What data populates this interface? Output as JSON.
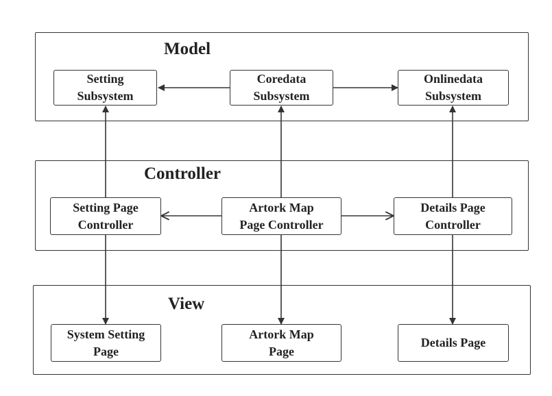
{
  "layers": {
    "model": {
      "title": "Model"
    },
    "controller": {
      "title": "Controller"
    },
    "view": {
      "title": "View"
    }
  },
  "nodes": {
    "setting_subsystem": [
      "Setting",
      "Subsystem"
    ],
    "coredata_subsystem": [
      "Coredata",
      "Subsystem"
    ],
    "onlinedata_subsystem": [
      "Onlinedata",
      "Subsystem"
    ],
    "setting_page_controller": [
      "Setting Page",
      "Controller"
    ],
    "artork_map_page_controller": [
      "Artork Map",
      "Page Controller"
    ],
    "details_page_controller": [
      "Details Page",
      "Controller"
    ],
    "system_setting_page": [
      "System Setting",
      "Page"
    ],
    "artork_map_page": [
      "Artork Map",
      "Page"
    ],
    "details_page": [
      "Details Page"
    ]
  },
  "edges": [
    {
      "from": "Coredata Subsystem",
      "to": "Setting Subsystem"
    },
    {
      "from": "Coredata Subsystem",
      "to": "Onlinedata Subsystem"
    },
    {
      "from": "Setting Page Controller",
      "to": "Setting Subsystem"
    },
    {
      "from": "Artork Map Page Controller",
      "to": "Coredata Subsystem"
    },
    {
      "from": "Details Page Controller",
      "to": "Onlinedata Subsystem"
    },
    {
      "from": "Artork Map Page Controller",
      "to": "Setting Page Controller"
    },
    {
      "from": "Artork Map Page Controller",
      "to": "Details Page Controller"
    },
    {
      "from": "Setting Page Controller",
      "to": "System Setting Page"
    },
    {
      "from": "Artork Map Page Controller",
      "to": "Artork Map Page"
    },
    {
      "from": "Details Page Controller",
      "to": "Details Page"
    }
  ]
}
